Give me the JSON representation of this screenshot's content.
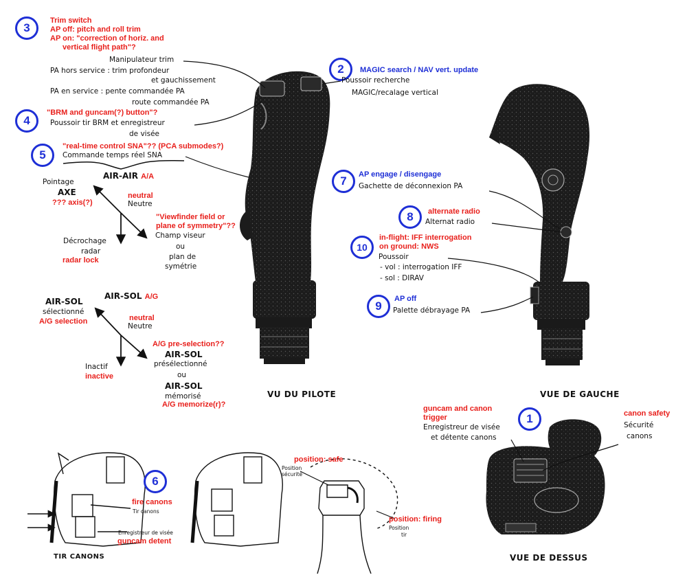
{
  "colors": {
    "english_annotation": "#e8201c",
    "badge_blue": "#1e2fd6",
    "french_text": "#111111"
  },
  "callouts": [
    {
      "number": "3",
      "en": [
        "Trim switch",
        "AP off: pitch and roll trim",
        "AP on: \"correction of horiz. and",
        "vertical flight path\"?"
      ],
      "fr": [
        "Manipulateur trim",
        "PA hors service : trim profondeur",
        "et gauchissement",
        "PA en service : pente commandée PA",
        "route commandée PA"
      ]
    },
    {
      "number": "2",
      "en": [
        "MAGIC search / NAV vert. update"
      ],
      "fr": [
        "Poussoir recherche",
        "MAGIC/recalage vertical"
      ]
    },
    {
      "number": "4",
      "en": [
        "\"BRM and guncam(?) button\"?"
      ],
      "fr": [
        "Poussoir tir BRM et enregistreur",
        "de visée"
      ]
    },
    {
      "number": "5",
      "en": [
        "\"real-time control SNA\"?? (PCA submodes?)"
      ],
      "fr": [
        "Commande temps réel SNA"
      ]
    },
    {
      "number": "7",
      "en": [
        "AP engage / disengage"
      ],
      "fr": [
        "Gachette de déconnexion PA"
      ]
    },
    {
      "number": "8",
      "en": [
        "alternate radio"
      ],
      "fr": [
        "Alternat radio"
      ]
    },
    {
      "number": "10",
      "en": [
        "in-flight: IFF interrogation",
        "on ground: NWS"
      ],
      "fr": [
        "Poussoir",
        "- vol : interrogation IFF",
        "- sol : DIRAV"
      ]
    },
    {
      "number": "9",
      "en": [
        "AP off"
      ],
      "fr": [
        "Palette débrayage PA"
      ]
    },
    {
      "number": "1",
      "en": [
        "guncam and canon",
        "trigger"
      ],
      "fr": [
        "Enregistreur de visée",
        "et détente canons"
      ]
    },
    {
      "number": "6"
    }
  ],
  "air_air": {
    "title_fr": "AIR-AIR",
    "title_en": "A/A",
    "left_fr": [
      "Pointage",
      "AXE"
    ],
    "left_en": "??? axis(?)",
    "neutral_en": "neutral",
    "neutral_fr": "Neutre",
    "right_en": [
      "\"Viewfinder field or",
      "plane of symmetry\"??"
    ],
    "right_fr": [
      "Champ viseur",
      "ou",
      "plan de",
      "symétrie"
    ],
    "down_fr": [
      "Décrochage",
      "radar"
    ],
    "down_en": "radar lock"
  },
  "air_sol": {
    "title_fr": "AIR-SOL",
    "title_en": "A/G",
    "left_fr": [
      "AIR-SOL",
      "sélectionné"
    ],
    "left_en": "A/G selection",
    "neutral_en": "neutral",
    "neutral_fr": "Neutre",
    "right_en": "A/G pre-selection??",
    "right_fr": [
      "AIR-SOL",
      "présélectionné",
      "ou",
      "AIR-SOL",
      "mémorisé"
    ],
    "right_en2": "A/G memorize(r)?",
    "down_fr": "Inactif",
    "down_en": "inactive"
  },
  "canon_safety": {
    "en": "canon safety",
    "fr": [
      "Sécurité",
      "canons"
    ]
  },
  "views": {
    "pilot": "VU DU PILOTE",
    "left": "VUE DE GAUCHE",
    "top": "VUE DE DESSUS",
    "tir": "TIR CANONS"
  },
  "bottom_left": {
    "fire_en": "fire canons",
    "fire_fr": "Tir canons",
    "guncam_fr": "Enregistreur de visée",
    "guncam_en": "guncam detent"
  },
  "bottom_mid": {
    "safe_en": "position: safe",
    "safe_fr": [
      "Position",
      "sécurité"
    ],
    "firing_en": "position: firing",
    "firing_fr": [
      "Position",
      "tir"
    ]
  }
}
